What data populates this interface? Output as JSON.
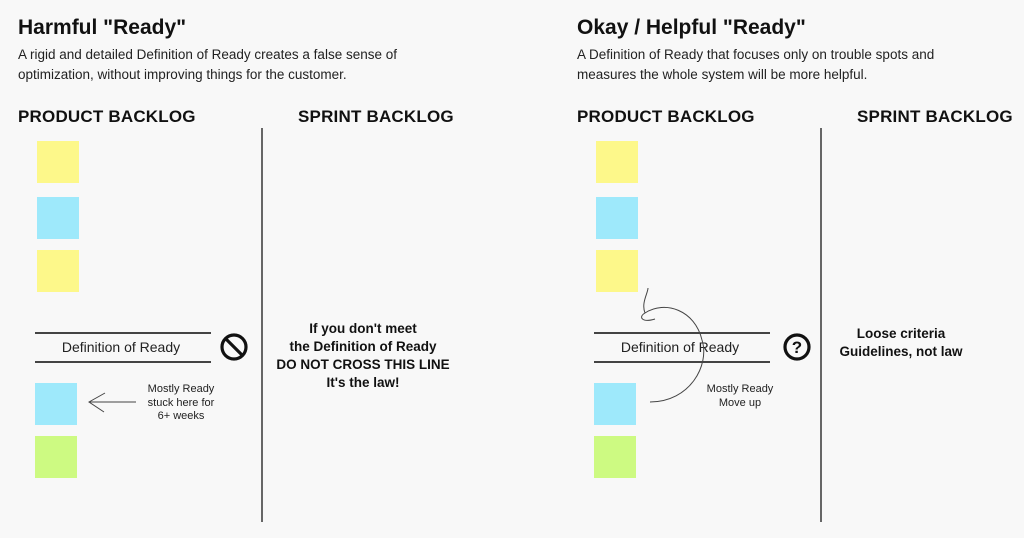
{
  "colors": {
    "yellow": "#fdf88a",
    "blue": "#9ee9fb",
    "green": "#cdfa82",
    "background": "#f8f8f8"
  },
  "left": {
    "title": "Harmful \"Ready\"",
    "subtitle_lines": [
      "A rigid and detailed Definition of Ready creates a false sense of",
      "optimization, without improving things for the customer."
    ],
    "product_backlog": "PRODUCT BACKLOG",
    "sprint_backlog": "SPRINT BACKLOG",
    "dor_label": "Definition of Ready",
    "icon": "no-entry-icon",
    "rule_lines": [
      "If you don't meet",
      "the Definition of Ready",
      "DO NOT CROSS THIS LINE",
      "It's the law!"
    ],
    "note_lines": [
      "Mostly Ready",
      "stuck here for",
      "6+ weeks"
    ]
  },
  "right": {
    "title": "Okay / Helpful \"Ready\"",
    "subtitle_lines": [
      "A Definition of Ready that focuses only on trouble spots and",
      "measures the whole system will be more helpful."
    ],
    "product_backlog": "PRODUCT BACKLOG",
    "sprint_backlog": "SPRINT BACKLOG",
    "dor_label": "Definition of Ready",
    "icon": "question-circle-icon",
    "rule_lines": [
      "Loose criteria",
      "Guidelines, not law"
    ],
    "note_lines": [
      "Mostly Ready",
      "Move up"
    ]
  }
}
